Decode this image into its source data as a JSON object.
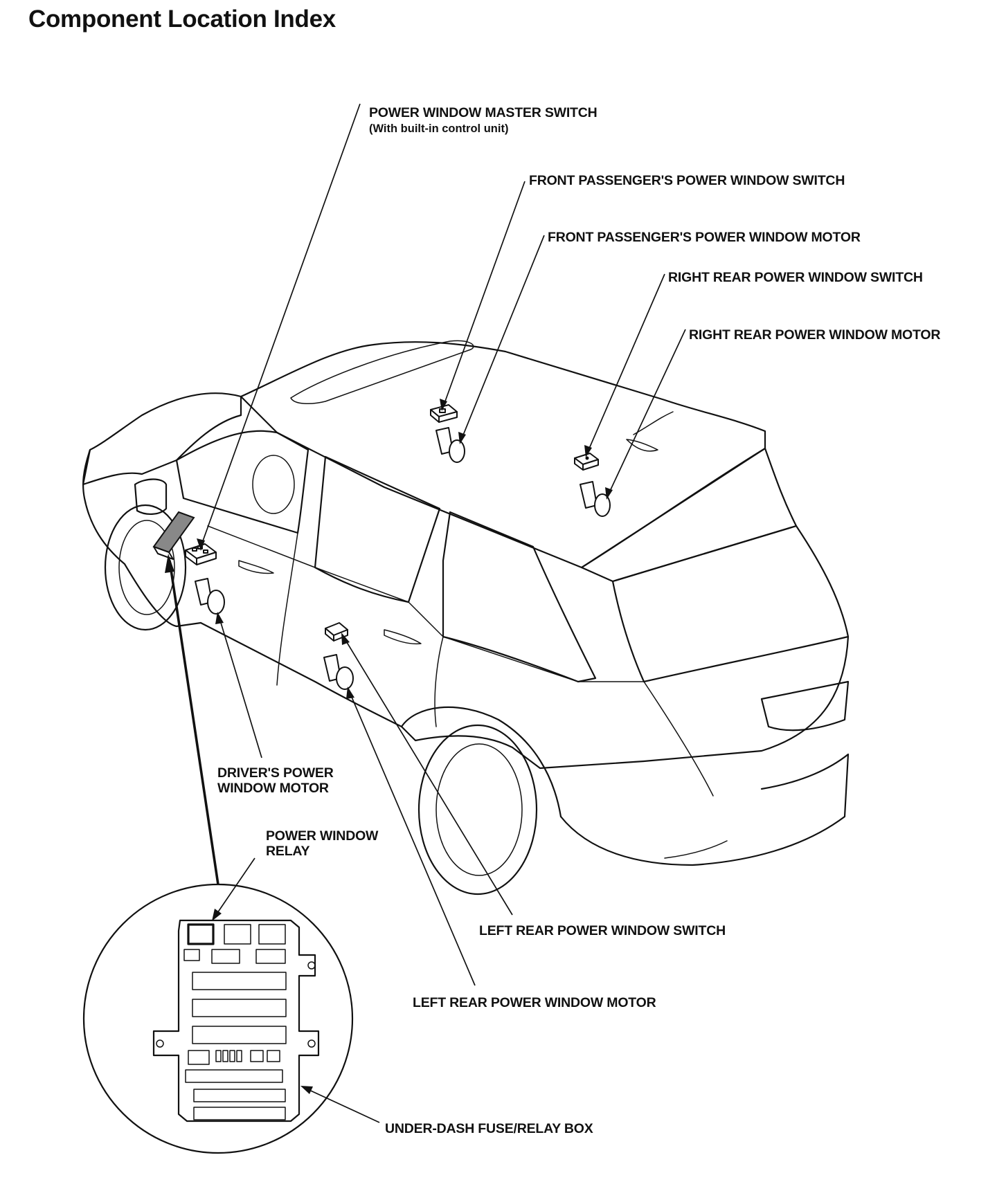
{
  "page": {
    "title": "Component Location Index"
  },
  "callouts": {
    "master_switch": {
      "line1": "POWER WINDOW MASTER SWITCH",
      "line2": "(With built-in control unit)"
    },
    "front_passenger_switch": "FRONT PASSENGER'S POWER WINDOW SWITCH",
    "front_passenger_motor": "FRONT PASSENGER'S POWER WINDOW MOTOR",
    "right_rear_switch": "RIGHT REAR POWER WINDOW SWITCH",
    "right_rear_motor": "RIGHT REAR POWER WINDOW MOTOR",
    "driver_motor": {
      "line1": "DRIVER'S POWER",
      "line2": "WINDOW MOTOR"
    },
    "power_window_relay": {
      "line1": "POWER WINDOW",
      "line2": "RELAY"
    },
    "left_rear_switch": "LEFT REAR POWER WINDOW SWITCH",
    "left_rear_motor": "LEFT REAR POWER WINDOW MOTOR",
    "fuse_relay_box": "UNDER-DASH FUSE/RELAY BOX"
  },
  "colors": {
    "ink": "#111111",
    "paper": "#ffffff"
  }
}
